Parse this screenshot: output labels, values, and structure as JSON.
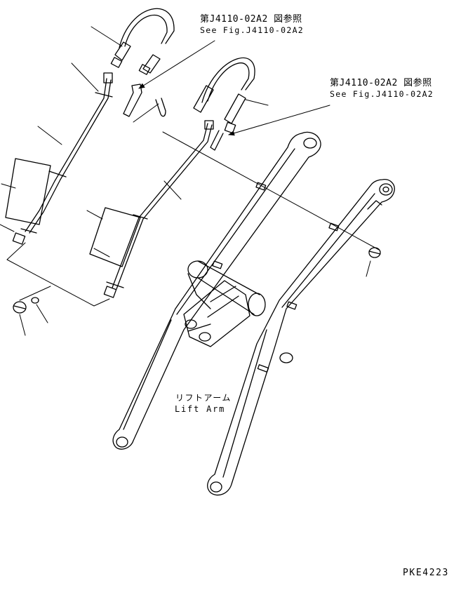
{
  "diagram": {
    "ref_upper": {
      "jp": "第J4110-02A2 図参照",
      "en": "See Fig.J4110-02A2"
    },
    "ref_right": {
      "jp": "第J4110-02A2 図参照",
      "en": "See Fig.J4110-02A2"
    },
    "part": {
      "jp": "リフトアーム",
      "en": "Lift Arm"
    },
    "drawing_code": "PKE4223"
  }
}
